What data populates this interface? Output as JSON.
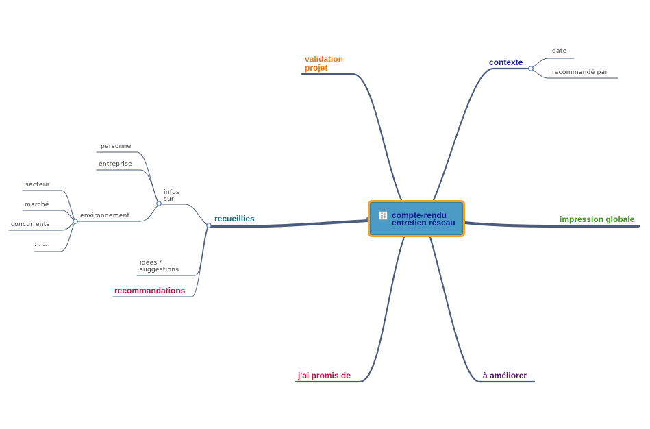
{
  "center": {
    "line1": "compte-rendu",
    "line2": "entretien réseau",
    "icon": "link-icon"
  },
  "branches": {
    "validation": {
      "line1": "validation",
      "line2": "projet",
      "color": "#e8741c"
    },
    "contexte": {
      "label": "contexte",
      "color": "#1a1a9c",
      "children": [
        "date",
        "recommandé par"
      ]
    },
    "impression": {
      "label": "impression globale",
      "color": "#3a9a1a"
    },
    "ameliorer": {
      "label": "à améliorer",
      "color": "#5a1070"
    },
    "promis": {
      "label": "j'ai promis de",
      "color": "#c8104a"
    },
    "recueillies": {
      "label": "recueillies",
      "color": "#1a6a7a",
      "infos": {
        "line1": "infos",
        "line2": "sur"
      },
      "infos_children": [
        "personne",
        "entreprise"
      ],
      "environnement": {
        "label": "environnement",
        "children": [
          "secteur",
          "marché",
          "concurrents",
          ". . .."
        ]
      },
      "idees": {
        "line1": "idées /",
        "line2": "suggestions"
      },
      "recommandations": {
        "label": "recommandations",
        "color": "#c8104a"
      }
    }
  },
  "line_color": "#4a5b7d"
}
